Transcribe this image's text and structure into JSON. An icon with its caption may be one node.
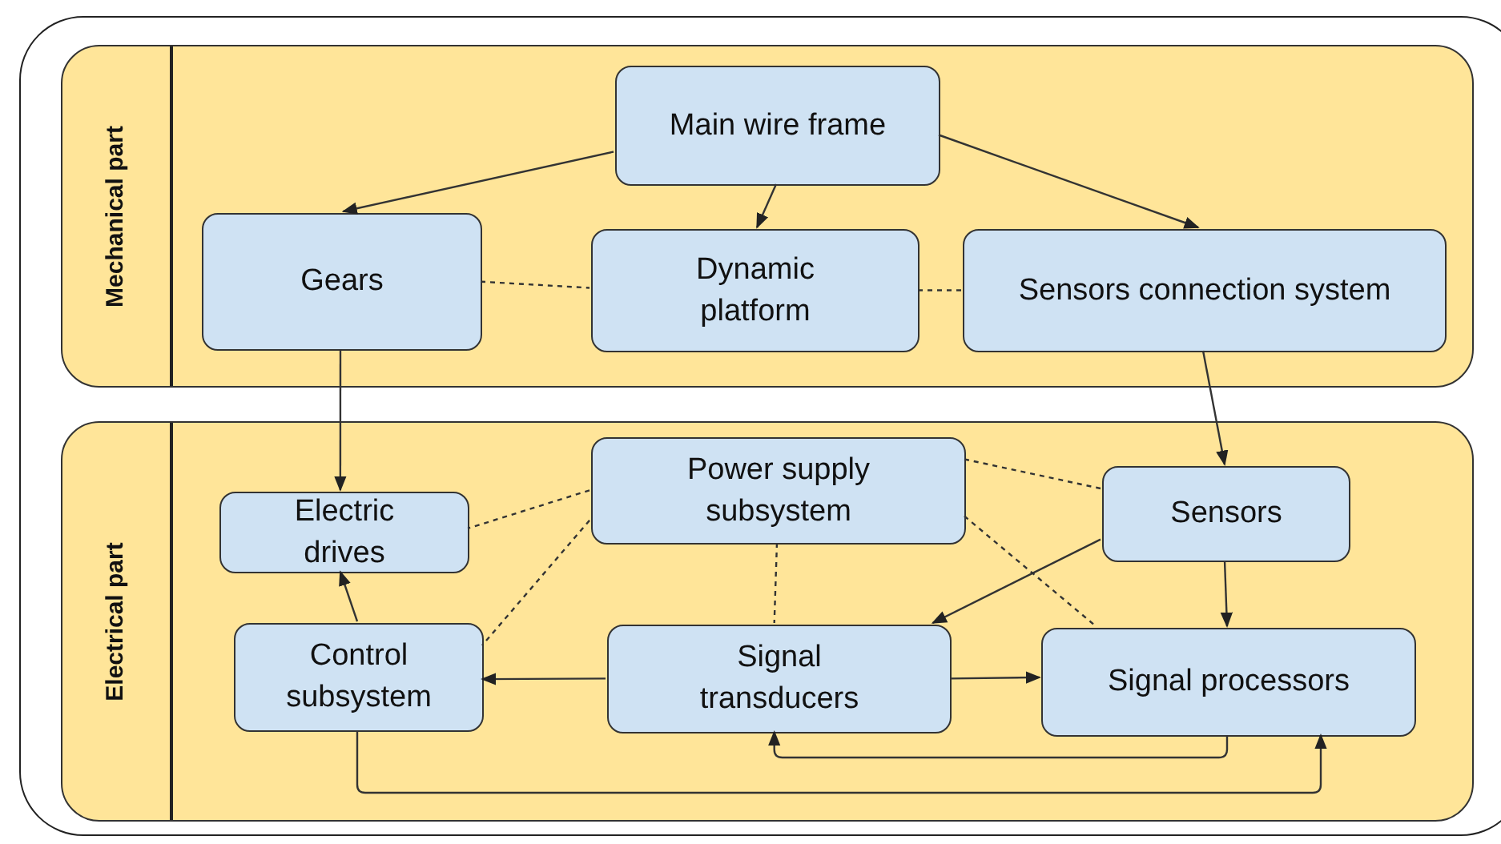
{
  "diagram": {
    "nodes": [
      {
        "text": [
          "Mechanical part"
        ]
      },
      {
        "text": [
          "Main wire frame"
        ],
        "in": 0
      },
      {
        "text": [
          "Gears"
        ],
        "in": 0
      },
      {
        "text": [
          "Dynamic platform"
        ],
        "in": 0
      },
      {
        "text": [
          "Sensors connection system"
        ],
        "in": 0
      },
      {
        "text": [
          "Electrical part"
        ]
      },
      {
        "text": [
          "Electric drives"
        ],
        "in": 5
      },
      {
        "text": [
          "Power supply subsystem"
        ],
        "in": 5
      },
      {
        "text": [
          "Sensors"
        ],
        "in": 5
      },
      {
        "text": [
          "Control subsystem"
        ],
        "in": 5
      },
      {
        "text": [
          "Signal transducers"
        ],
        "in": 5
      },
      {
        "text": [
          "Signal processors"
        ],
        "in": 5
      }
    ],
    "edges": [
      {
        "from": 1,
        "to": 2,
        "arrow": "to"
      },
      {
        "from": 1,
        "to": 3,
        "arrow": "to"
      },
      {
        "from": 1,
        "to": 4,
        "arrow": "to"
      },
      {
        "from": 2,
        "to": 3,
        "arrow": "none",
        "style": "dashed"
      },
      {
        "from": 3,
        "to": 4,
        "arrow": "none",
        "style": "dashed"
      },
      {
        "from": 2,
        "to": 6,
        "arrow": "to"
      },
      {
        "from": 4,
        "to": 8,
        "arrow": "to"
      },
      {
        "from": 7,
        "to": 6,
        "arrow": "none",
        "style": "dashed"
      },
      {
        "from": 7,
        "to": 9,
        "arrow": "none",
        "style": "dashed"
      },
      {
        "from": 7,
        "to": 10,
        "arrow": "none",
        "style": "dashed"
      },
      {
        "from": 7,
        "to": 8,
        "arrow": "none",
        "style": "dashed"
      },
      {
        "from": 7,
        "to": 11,
        "arrow": "none",
        "style": "dashed"
      },
      {
        "from": 9,
        "to": 6,
        "arrow": "to"
      },
      {
        "from": 10,
        "to": 9,
        "arrow": "to"
      },
      {
        "from": 8,
        "to": 10,
        "arrow": "to"
      },
      {
        "from": 8,
        "to": 11,
        "arrow": "to"
      },
      {
        "from": 10,
        "to": 11,
        "arrow": "to"
      },
      {
        "from": 11,
        "to": 10,
        "arrow": "to"
      },
      {
        "from": 9,
        "to": 11,
        "arrow": "to"
      }
    ]
  }
}
